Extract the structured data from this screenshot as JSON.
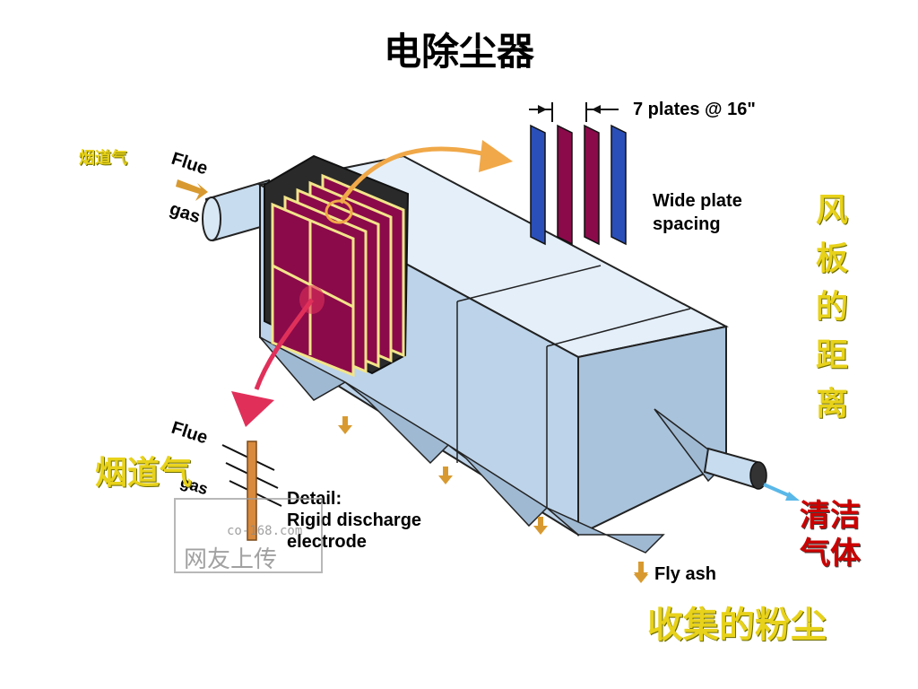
{
  "title": "电除尘器",
  "labels": {
    "flue_gas_small_cn": "烟道气",
    "flue_gas_large_cn": "烟道气",
    "plate_spacing_cn": [
      "风",
      "板",
      "的",
      "距",
      "离"
    ],
    "clean_gas_cn": [
      "清洁",
      "气体"
    ],
    "collected_dust_cn": "收集的粉尘"
  },
  "diagram_text": {
    "flue_top_1": "Flue",
    "flue_top_2": "gas",
    "plates_spec": "7 plates @ 16\"",
    "wide_1": "Wide plate",
    "wide_2": "spacing",
    "flue_bottom_1": "Flue",
    "flue_bottom_2": "gas",
    "detail_1": "Detail:",
    "detail_2": "Rigid discharge",
    "detail_3": "electrode",
    "fly_ash": "Fly ash"
  },
  "watermark": {
    "line1": "网友上传",
    "line2": "co-168.com"
  },
  "colors": {
    "plate_red": "#8b0a4a",
    "plate_blue": "#2a4fb8",
    "housing": "#c7dcef",
    "arrow_orange": "#f0a848",
    "arrow_red": "#e0305a",
    "label_yellow": "#e8d21a",
    "label_red": "#cc0000"
  }
}
